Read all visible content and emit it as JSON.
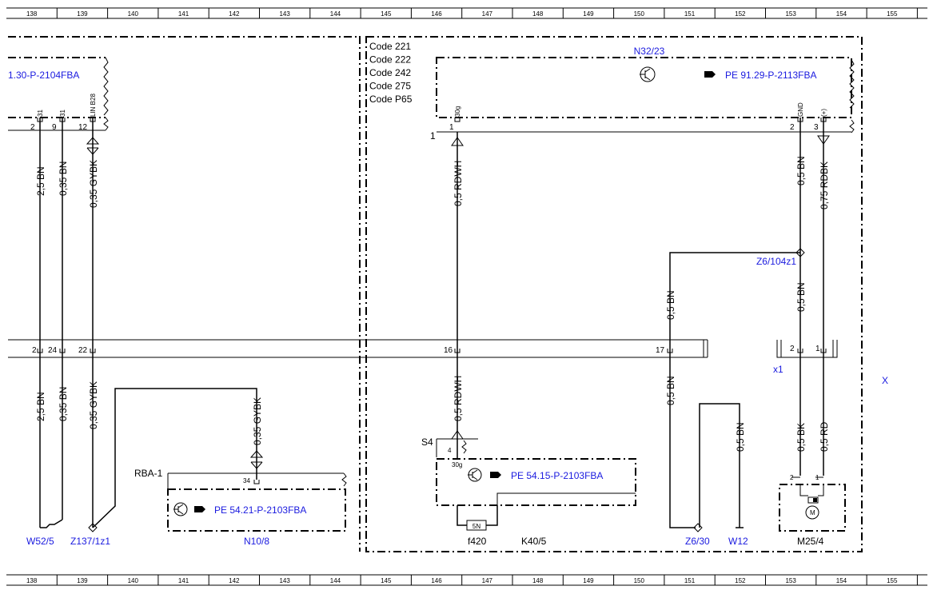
{
  "ruler_top": [
    "138",
    "139",
    "140",
    "141",
    "142",
    "143",
    "144",
    "145",
    "146",
    "147",
    "148",
    "149",
    "150",
    "151",
    "152",
    "153",
    "154",
    "155"
  ],
  "ruler_bottom": [
    "138",
    "139",
    "140",
    "141",
    "142",
    "143",
    "144",
    "145",
    "146",
    "147",
    "148",
    "149",
    "150",
    "151",
    "152",
    "153",
    "154",
    "155"
  ],
  "codes": [
    "Code 221",
    "Code 222",
    "Code 242",
    "Code 275",
    "Code P65"
  ],
  "refs": {
    "left_top": "1.30-P-2104FBA",
    "n32": "PE 91.29-P-2113FBA",
    "k40": "PE 54.15-P-2103FBA",
    "n10": "PE 54.21-P-2103FBA"
  },
  "components": {
    "n32": "N32/23",
    "z6_104": "Z6/104z1",
    "x1": "x1",
    "x": "X",
    "s4": "S4",
    "rba": "RBA-1",
    "w52": "W52/5",
    "z137": "Z137/1z1",
    "n10": "N10/8",
    "f420": "f420",
    "k40": "K40/5",
    "z6_30": "Z6/30",
    "w12": "W12",
    "m25": "M25/4",
    "fuse": "5N"
  },
  "wires": {
    "w1": "2,5 BN",
    "w2": "0,35 BN",
    "w3": "0,35 GYBK",
    "w4": "0,5 RDWH",
    "w5": "0,5 BN",
    "w6": "0,75 RDBK",
    "w7": "0,5 BN",
    "w8": "0,5 BN",
    "w9": "2,5 BN",
    "w10": "0,35 BN",
    "w11": "0,35 GYBK",
    "w12": "0,35 GYBK",
    "w13": "0,5 RDWH",
    "w14": "0,5 BN",
    "w15": "0,5 BN",
    "w16": "0,5 BK",
    "w17": "0,5 RD"
  },
  "pins": {
    "lt_31a": "31",
    "lt_31b": "31",
    "lt_lin": "LIN B28",
    "lt_2": "2",
    "lt_9": "9",
    "lt_12": "12",
    "n32_30g": "30g",
    "n32_1": "1",
    "n32_gnd": "GND",
    "n32_plus": "(+)",
    "n32_2": "2",
    "n32_3": "3",
    "conn1": "1",
    "b_2": "2",
    "b_24": "24",
    "b_22": "22",
    "b_16": "16",
    "b_17": "17",
    "x1_2": "2",
    "x1_1": "1",
    "s4_4": "4",
    "k40_30g": "30g",
    "rba_34": "34",
    "m_2": "2",
    "m_1": "1",
    "m_m": "M"
  }
}
